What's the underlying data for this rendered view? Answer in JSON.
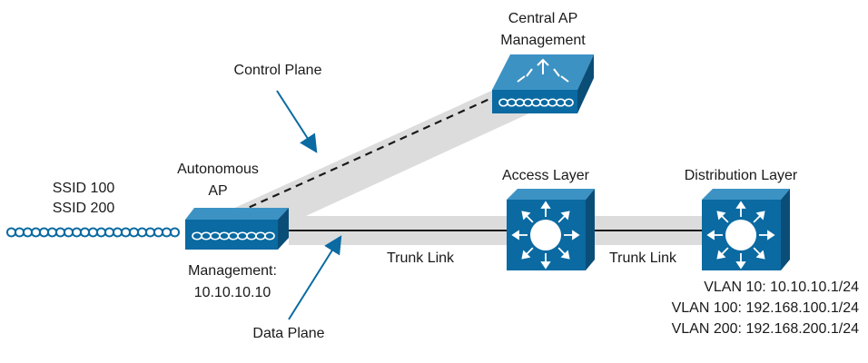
{
  "labels": {
    "central_ap_line1": "Central AP",
    "central_ap_line2": "Management",
    "control_plane": "Control Plane",
    "ssid_100": "SSID 100",
    "ssid_200": "SSID 200",
    "autonomous_ap_line1": "Autonomous",
    "autonomous_ap_line2": "AP",
    "access_layer": "Access Layer",
    "distribution_layer": "Distribution Layer",
    "management_line1": "Management:",
    "management_line2": "10.10.10.10",
    "trunk_link_1": "Trunk Link",
    "trunk_link_2": "Trunk Link",
    "data_plane": "Data Plane"
  },
  "vlans": [
    "VLAN 10: 10.10.10.1/24",
    "VLAN 100: 192.168.100.1/24",
    "VLAN 200: 192.168.200.1/24"
  ],
  "colors": {
    "device_face": "#0a6aa1",
    "device_top": "#3d92c4",
    "device_side": "#0a4e78",
    "link_band": "#d9d9d9",
    "arrow": "#0a6aa1",
    "line": "#1a1a1a"
  }
}
